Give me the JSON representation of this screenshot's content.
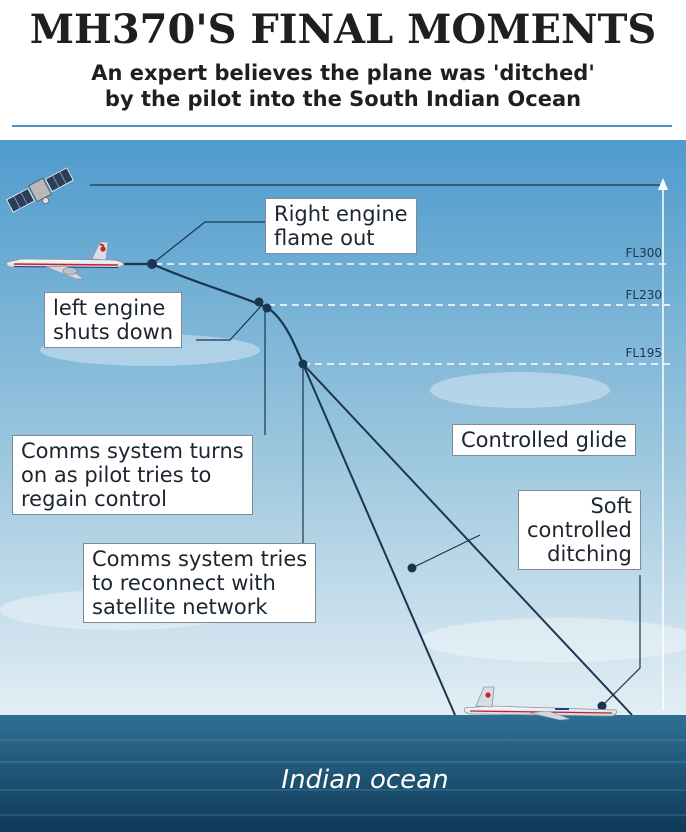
{
  "title": "MH370'S FINAL MOMENTS",
  "subtitle": {
    "lines": [
      "An expert believes the plane was 'ditched'",
      "by the pilot into the South Indian Ocean"
    ]
  },
  "levels": [
    {
      "label": "FL300"
    },
    {
      "label": "FL230"
    },
    {
      "label": "FL195"
    }
  ],
  "callouts": {
    "right_engine": {
      "lines": [
        "Right engine",
        "flame out"
      ]
    },
    "left_engine": {
      "lines": [
        "left engine",
        "shuts down"
      ]
    },
    "comms_turns_on": {
      "lines": [
        "Comms system turns",
        "on as pilot tries to",
        "regain control"
      ]
    },
    "comms_reconnect": {
      "lines": [
        "Comms system tries",
        "to reconnect with",
        "satellite network"
      ]
    },
    "controlled_glide": {
      "lines": [
        "Controlled glide"
      ]
    },
    "soft_ditching": {
      "lines": [
        "Soft",
        "controlled",
        "ditching"
      ]
    }
  },
  "ocean_label": "Indian ocean",
  "colors": {
    "sky_top": "#4f9bcd",
    "sky_bottom": "#e6f0f5",
    "sea_top": "#2f6f94",
    "sea_bottom": "#0f3a58",
    "path": "#1b3550",
    "rule": "#4f8fc7",
    "livery_red": "#c8202b",
    "livery_blue": "#1c3f8f"
  },
  "icons": [
    "satellite-icon",
    "airplane-icon",
    "ditched-airplane-icon"
  ]
}
